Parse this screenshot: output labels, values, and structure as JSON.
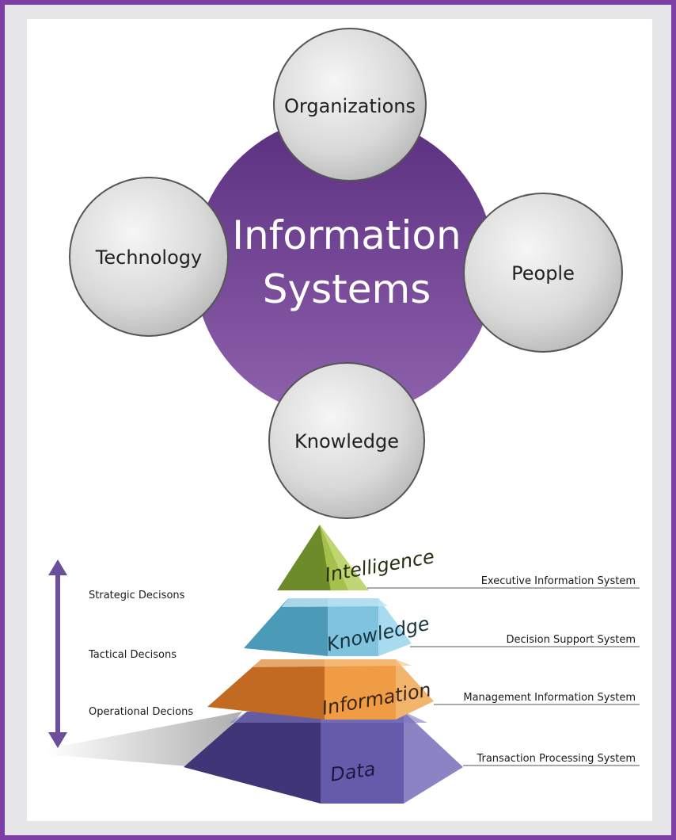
{
  "cycle": {
    "center": [
      "Information",
      "Systems"
    ],
    "nodes": {
      "top": "Organizations",
      "left": "Technology",
      "right": "People",
      "bottom": "Knowledge"
    }
  },
  "pyramid": {
    "levels": {
      "intelligence": "Intelligence",
      "knowledge": "Knowledge",
      "information": "Information",
      "data": "Data"
    },
    "systems": {
      "executive": "Executive Information System",
      "decision_support": "Decision Support System",
      "management": "Management Information System",
      "transaction": "Transaction Processing System"
    },
    "decisions": {
      "strategic": "Strategic Decisons",
      "tactical": "Tactical Decisons",
      "operational": "Operational Decions"
    }
  },
  "colors": {
    "frame": "#7b3fa6",
    "center_circle": "#6a3f94",
    "intelligence": "#a6c04c",
    "knowledge": "#7fc3df",
    "information": "#ef9c45",
    "data": "#645cab",
    "arrow": "#6c4f9a"
  }
}
